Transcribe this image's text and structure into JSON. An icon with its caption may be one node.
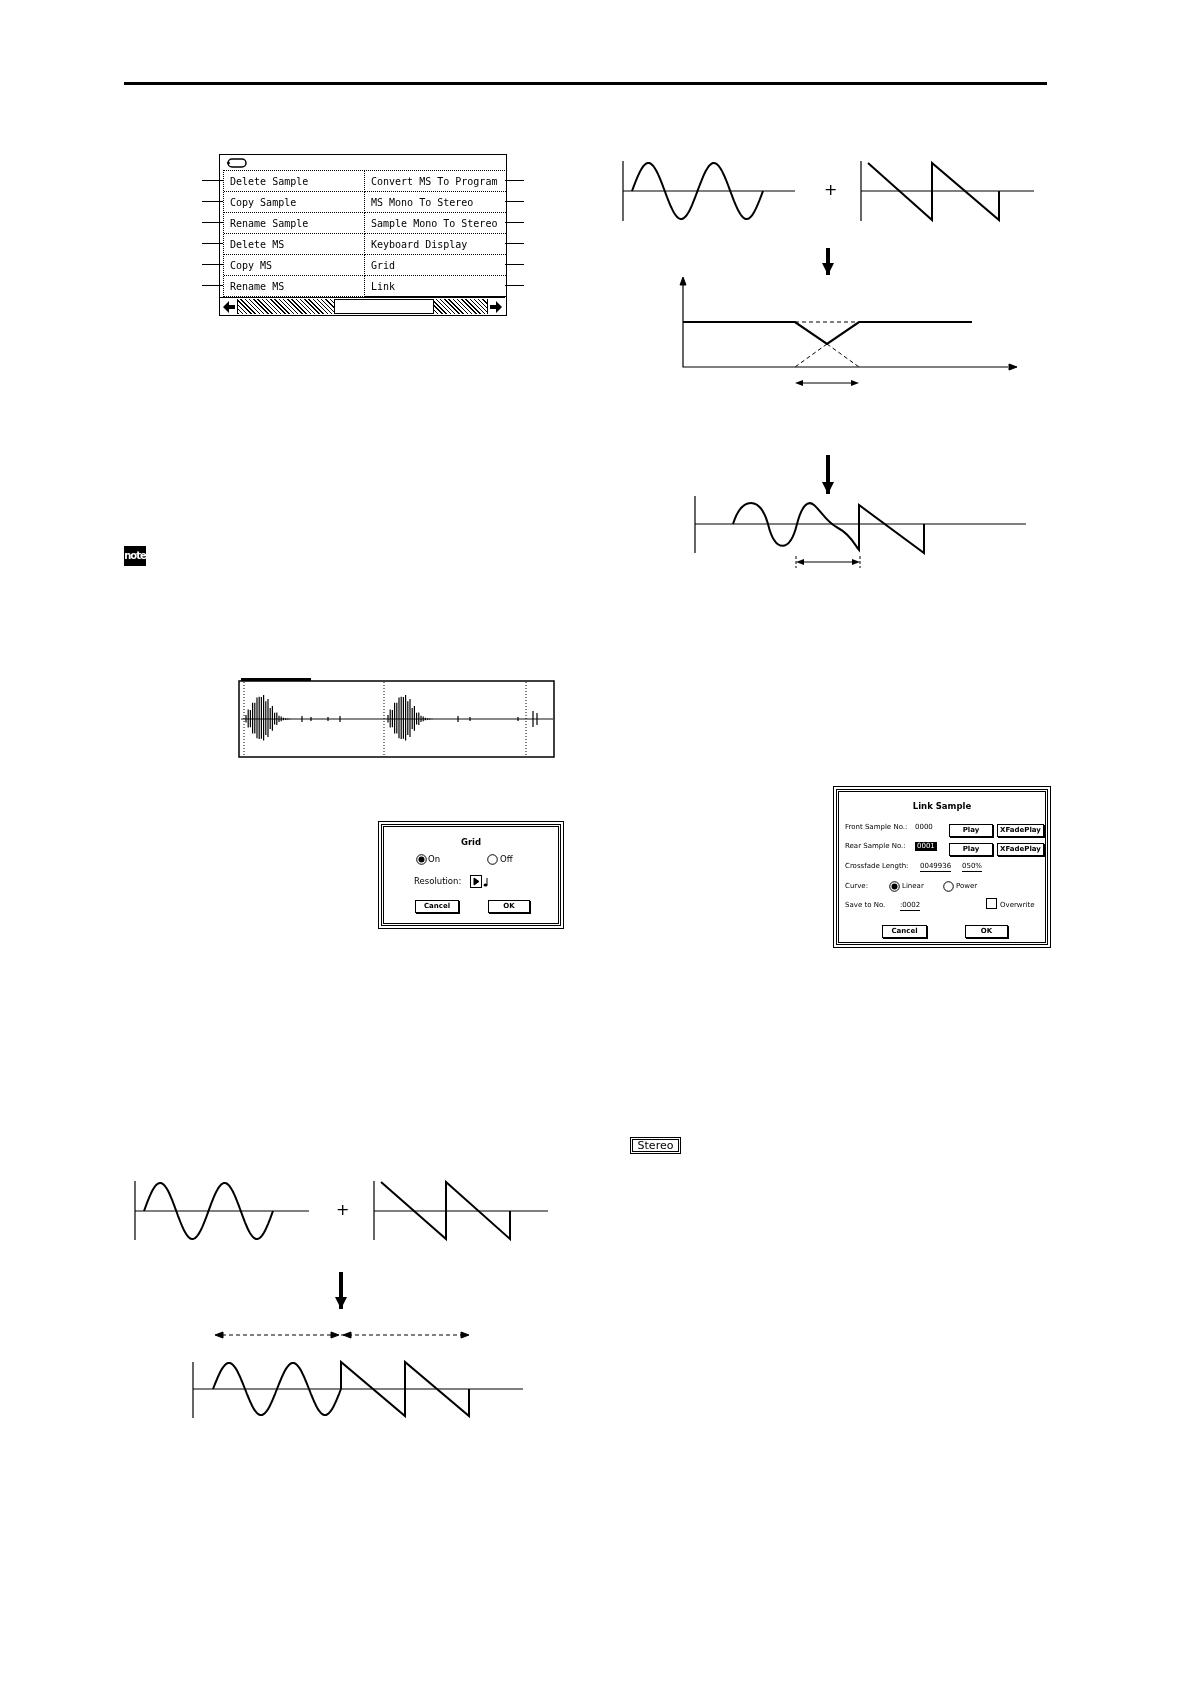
{
  "diagram": {
    "nodes": [
      {
        "text": [],
        "shape": "box"
      },
      {
        "text": [
          "Delete Sample"
        ],
        "in": 0
      },
      {
        "text": [
          "Convert MS To Program"
        ],
        "in": 0
      },
      {
        "text": [
          "Copy Sample"
        ],
        "in": 0
      },
      {
        "text": [
          "MS Mono To Stereo"
        ],
        "in": 0
      },
      {
        "text": [
          "Rename Sample"
        ],
        "in": 0
      },
      {
        "text": [
          "Sample Mono To Stereo"
        ],
        "in": 0
      },
      {
        "text": [
          "Delete MS"
        ],
        "in": 0
      },
      {
        "text": [
          "Keyboard Display"
        ],
        "in": 0
      },
      {
        "text": [
          "Copy MS"
        ],
        "in": 0
      },
      {
        "text": [
          "Grid"
        ],
        "in": 0
      },
      {
        "text": [
          "Rename MS"
        ],
        "in": 0
      },
      {
        "text": [
          "Link"
        ],
        "in": 0
      },
      {
        "text": [
          "note"
        ]
      },
      {
        "text": [
          "Grid"
        ]
      },
      {
        "text": [
          "Cancel"
        ],
        "in": 14
      },
      {
        "text": [
          "OK"
        ],
        "in": 14
      },
      {
        "text": [],
        "shape": "picture"
      },
      {
        "text": [],
        "shape": "picture"
      },
      {
        "text": [],
        "shape": "picture"
      },
      {
        "text": [],
        "shape": "picture"
      },
      {
        "text": [],
        "shape": "picture"
      },
      {
        "text": [],
        "shape": "picture"
      },
      {
        "text": [],
        "shape": "picture"
      },
      {
        "text": [
          "Link Sample"
        ]
      },
      {
        "text": [
          "Play"
        ],
        "in": 24
      },
      {
        "text": [
          "XFadePlay"
        ],
        "in": 24
      },
      {
        "text": [
          "Play"
        ],
        "in": 24
      },
      {
        "text": [
          "XFadePlay"
        ],
        "in": 24
      },
      {
        "text": [
          "Cancel"
        ],
        "in": 24
      },
      {
        "text": [
          "OK"
        ],
        "in": 24
      },
      {
        "text": [
          "Stereo"
        ]
      }
    ],
    "edges": [
      {
        "from": null,
        "to": 1,
        "arrow": "none"
      },
      {
        "from": null,
        "to": 3,
        "arrow": "none"
      },
      {
        "from": null,
        "to": 5,
        "arrow": "none"
      },
      {
        "from": null,
        "to": 7,
        "arrow": "none"
      },
      {
        "from": null,
        "to": 9,
        "arrow": "none"
      },
      {
        "from": null,
        "to": 11,
        "arrow": "none"
      },
      {
        "from": null,
        "to": 2,
        "arrow": "none"
      },
      {
        "from": null,
        "to": 4,
        "arrow": "none"
      },
      {
        "from": null,
        "to": 6,
        "arrow": "none"
      },
      {
        "from": null,
        "to": 8,
        "arrow": "none"
      },
      {
        "from": null,
        "to": 10,
        "arrow": "none"
      },
      {
        "from": null,
        "to": 12,
        "arrow": "none"
      },
      {
        "from": null,
        "to": 19,
        "arrow": "to",
        "style": "thick"
      },
      {
        "from": null,
        "to": 22,
        "arrow": "to",
        "style": "thick"
      },
      {
        "from": null,
        "to": 23,
        "arrow": "to",
        "style": "thick"
      }
    ],
    "labels": [
      "On",
      "Off",
      "Resolution:",
      "+",
      "+",
      "Front Sample No.:",
      "0000",
      "Rear Sample No.:",
      "0001",
      "Crossfade Length:",
      "0049936",
      "050%",
      "Curve:",
      "Linear",
      "Power",
      "Save to No.",
      ":0002",
      "Overwrite"
    ]
  }
}
